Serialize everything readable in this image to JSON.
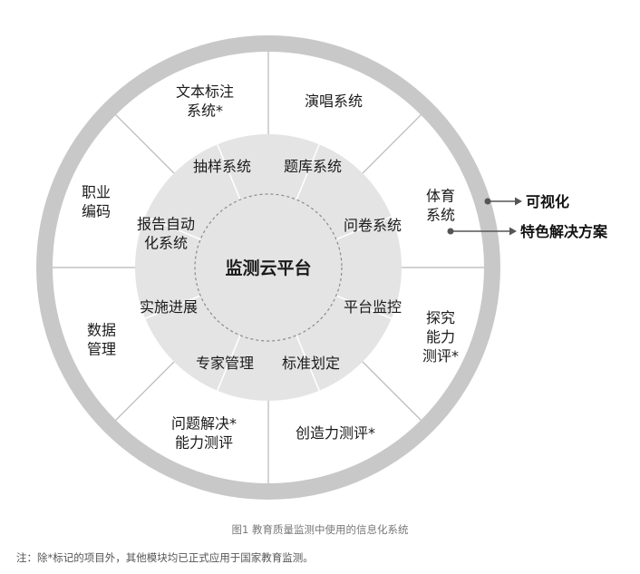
{
  "center": {
    "label": "监测云平台"
  },
  "inner_ring": [
    {
      "lines": [
        "抽样系统"
      ]
    },
    {
      "lines": [
        "题库系统"
      ]
    },
    {
      "lines": [
        "问卷系统"
      ]
    },
    {
      "lines": [
        "平台监控"
      ]
    },
    {
      "lines": [
        "标准划定"
      ]
    },
    {
      "lines": [
        "专家管理"
      ]
    },
    {
      "lines": [
        "实施进展"
      ]
    },
    {
      "lines": [
        "报告自动",
        "化系统"
      ]
    }
  ],
  "outer_ring": [
    {
      "lines": [
        "文本标注",
        "系统*"
      ]
    },
    {
      "lines": [
        "演唱系统"
      ]
    },
    {
      "lines": [
        "体育",
        "系统"
      ]
    },
    {
      "lines": [
        "探究",
        "能力",
        "测评*"
      ]
    },
    {
      "lines": [
        "创造力测评*"
      ]
    },
    {
      "lines": [
        "问题解决*",
        "能力测评"
      ]
    },
    {
      "lines": [
        "数据",
        "管理"
      ]
    },
    {
      "lines": [
        "职业",
        "编码"
      ]
    }
  ],
  "callouts": {
    "top": "可视化",
    "bottom": "特色解决方案"
  },
  "caption": "图1  教育质量监测中使用的信息化系统",
  "note": "注：除*标记的项目外，其他模块均已正式应用于国家教育监测。",
  "colors": {
    "outer_band": "#c8c8c8",
    "inner_disc": "#e4e4e4",
    "lines": "#b8b8b8",
    "text": "#1a1a1a"
  }
}
